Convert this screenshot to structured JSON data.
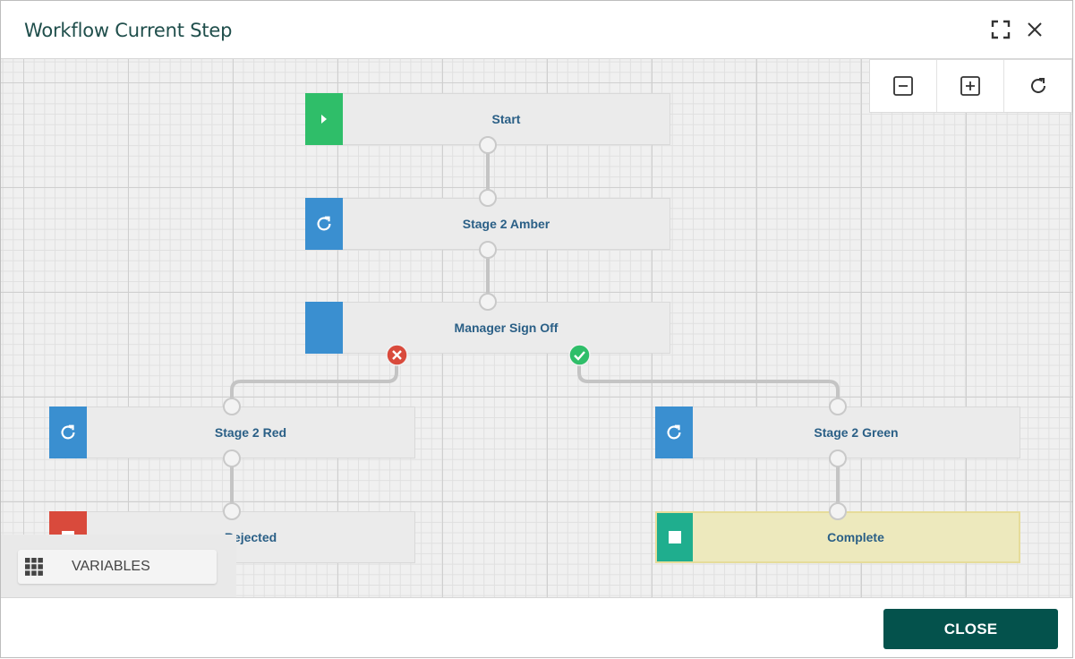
{
  "dialog": {
    "title": "Workflow Current Step"
  },
  "header_icons": {
    "expand": "fullscreen-icon",
    "close": "close-icon"
  },
  "toolbar": {
    "zoom_out": "zoom-out-icon",
    "zoom_in": "zoom-in-icon",
    "reset": "refresh-icon"
  },
  "workflow": {
    "nodes": {
      "start": {
        "label": "Start",
        "icon": "play-icon",
        "color": "#2fbe69"
      },
      "amber": {
        "label": "Stage 2 Amber",
        "icon": "refresh-icon",
        "color": "#3a8fd0"
      },
      "manager": {
        "label": "Manager Sign Off",
        "icon": "none",
        "color": "#3a8fd0"
      },
      "red": {
        "label": "Stage 2 Red",
        "icon": "refresh-icon",
        "color": "#3a8fd0"
      },
      "green": {
        "label": "Stage 2 Green",
        "icon": "refresh-icon",
        "color": "#3a8fd0"
      },
      "rejected": {
        "label": "Rejected",
        "icon": "stop-icon",
        "color": "#d94a3c"
      },
      "complete": {
        "label": "Complete",
        "icon": "stop-icon",
        "color": "#1fae8e",
        "current": true
      }
    },
    "branches": {
      "reject": {
        "icon": "x-circle-icon",
        "color": "#d94a3c"
      },
      "approve": {
        "icon": "check-circle-icon",
        "color": "#2fbe69"
      }
    }
  },
  "variables": {
    "label": "VARIABLES",
    "icon": "grid-icon"
  },
  "footer": {
    "close_label": "CLOSE"
  }
}
